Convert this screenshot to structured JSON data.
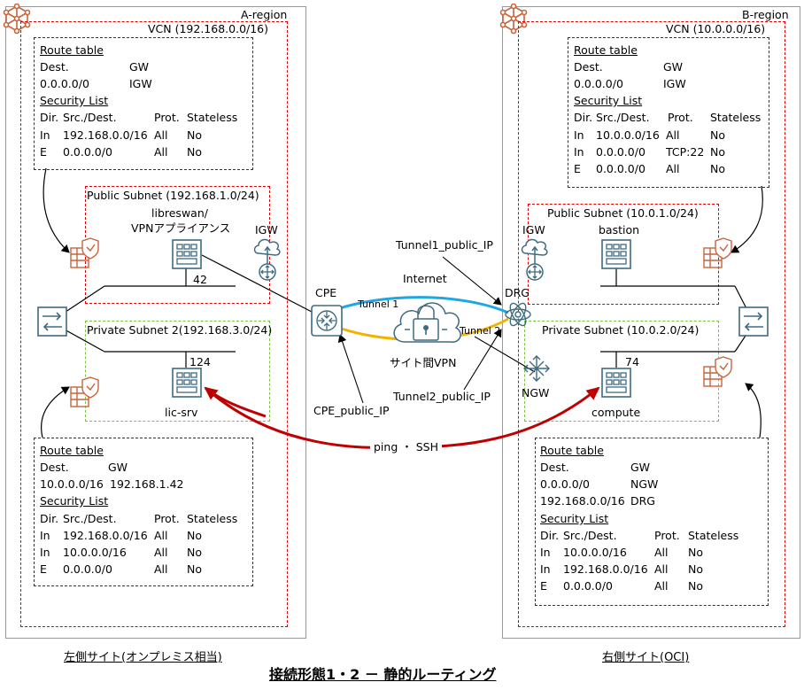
{
  "left": {
    "region_label": "A-region",
    "vcn_label": "VCN (192.168.0.0/16)",
    "top_box": {
      "route_table_title": "Route table",
      "route_header": [
        "Dest.",
        "GW"
      ],
      "routes": [
        [
          "0.0.0.0/0",
          "IGW"
        ]
      ],
      "security_title": "Security List",
      "security_header": [
        "Dir.",
        "Src./Dest.",
        "Prot.",
        "Stateless"
      ],
      "rules": [
        [
          "In",
          "192.168.0.0/16",
          "All",
          "No"
        ],
        [
          "E",
          "0.0.0.0/0",
          "All",
          "No"
        ]
      ]
    },
    "public_subnet_label": "Public Subnet (192.168.1.0/24)",
    "appliance_label_1": "libreswan/",
    "appliance_label_2": "VPNアプライアンス",
    "igw_label": "IGW",
    "appliance_ip": "42",
    "private_subnet_label": "Private Subnet 2(192.168.3.0/24)",
    "lic_ip": "124",
    "lic_label": "lic-srv",
    "bottom_box": {
      "route_table_title": "Route table",
      "route_header": [
        "Dest.",
        "GW"
      ],
      "routes": [
        [
          "10.0.0.0/16",
          "192.168.1.42"
        ]
      ],
      "security_title": "Security List",
      "security_header": [
        "Dir.",
        "Src./Dest.",
        "Prot.",
        "Stateless"
      ],
      "rules": [
        [
          "In",
          "192.168.0.0/16",
          "All",
          "No"
        ],
        [
          "In",
          "10.0.0.0/16",
          "All",
          "No"
        ],
        [
          "E",
          "0.0.0.0/0",
          "All",
          "No"
        ]
      ]
    },
    "caption": "左側サイト(オンプレミス相当)"
  },
  "right": {
    "region_label": "B-region",
    "vcn_label": "VCN (10.0.0.0/16)",
    "top_box": {
      "route_table_title": "Route table",
      "route_header": [
        "Dest.",
        "GW"
      ],
      "routes": [
        [
          "0.0.0.0/0",
          "IGW"
        ]
      ],
      "security_title": "Security List",
      "security_header": [
        "Dir.",
        "Src./Dest.",
        "Prot.",
        "Stateless"
      ],
      "rules": [
        [
          "In",
          "10.0.0.0/16",
          "All",
          "No"
        ],
        [
          "In",
          "0.0.0.0/0",
          "TCP:22",
          "No"
        ],
        [
          "E",
          "0.0.0.0/0",
          "All",
          "No"
        ]
      ]
    },
    "public_subnet_label": "Public Subnet (10.0.1.0/24)",
    "igw_label": "IGW",
    "bastion_label": "bastion",
    "drg_label": "DRG",
    "private_subnet_label": "Private Subnet (10.0.2.0/24)",
    "compute_ip": "74",
    "ngw_label": "NGW",
    "compute_label": "compute",
    "bottom_box": {
      "route_table_title": "Route table",
      "route_header": [
        "Dest.",
        "GW"
      ],
      "routes": [
        [
          "0.0.0.0/0",
          "NGW"
        ],
        [
          "192.168.0.0/16",
          "DRG"
        ]
      ],
      "security_title": "Security List",
      "security_header": [
        "Dir.",
        "Src./Dest.",
        "Prot.",
        "Stateless"
      ],
      "rules": [
        [
          "In",
          "10.0.0.0/16",
          "All",
          "No"
        ],
        [
          "In",
          "192.168.0.0/16",
          "All",
          "No"
        ],
        [
          "E",
          "0.0.0.0/0",
          "All",
          "No"
        ]
      ]
    },
    "caption": "右側サイト(OCI)"
  },
  "middle": {
    "cpe_label": "CPE",
    "cpe_public_ip": "CPE_public_IP",
    "internet_label": "Internet",
    "tunnel1_public_ip": "Tunnel1_public_IP",
    "tunnel2_public_ip": "Tunnel2_public_IP",
    "tunnel1_label": "Tunnel 1",
    "tunnel2_label": "Tunnel 2",
    "vpn_label": "サイト間VPN",
    "ping_label": "ping ・ SSH"
  },
  "title": "接続形態1・2 － 静的ルーティング",
  "colors": {
    "oci_orange": "#c8643b",
    "vcn_border": "#e00000",
    "private_border": "#7dc242",
    "icon_blue": "#3e6b82",
    "tunnel1": "#1ea7e1",
    "tunnel2": "#f0b400",
    "ping_arrow": "#c00000"
  },
  "icons": [
    "region-icon",
    "security-list-icon",
    "route-table-icon",
    "router-icon",
    "instance-icon",
    "igw-icon",
    "cpe-icon",
    "drg-icon",
    "ngw-icon",
    "cloud-lock-icon"
  ]
}
